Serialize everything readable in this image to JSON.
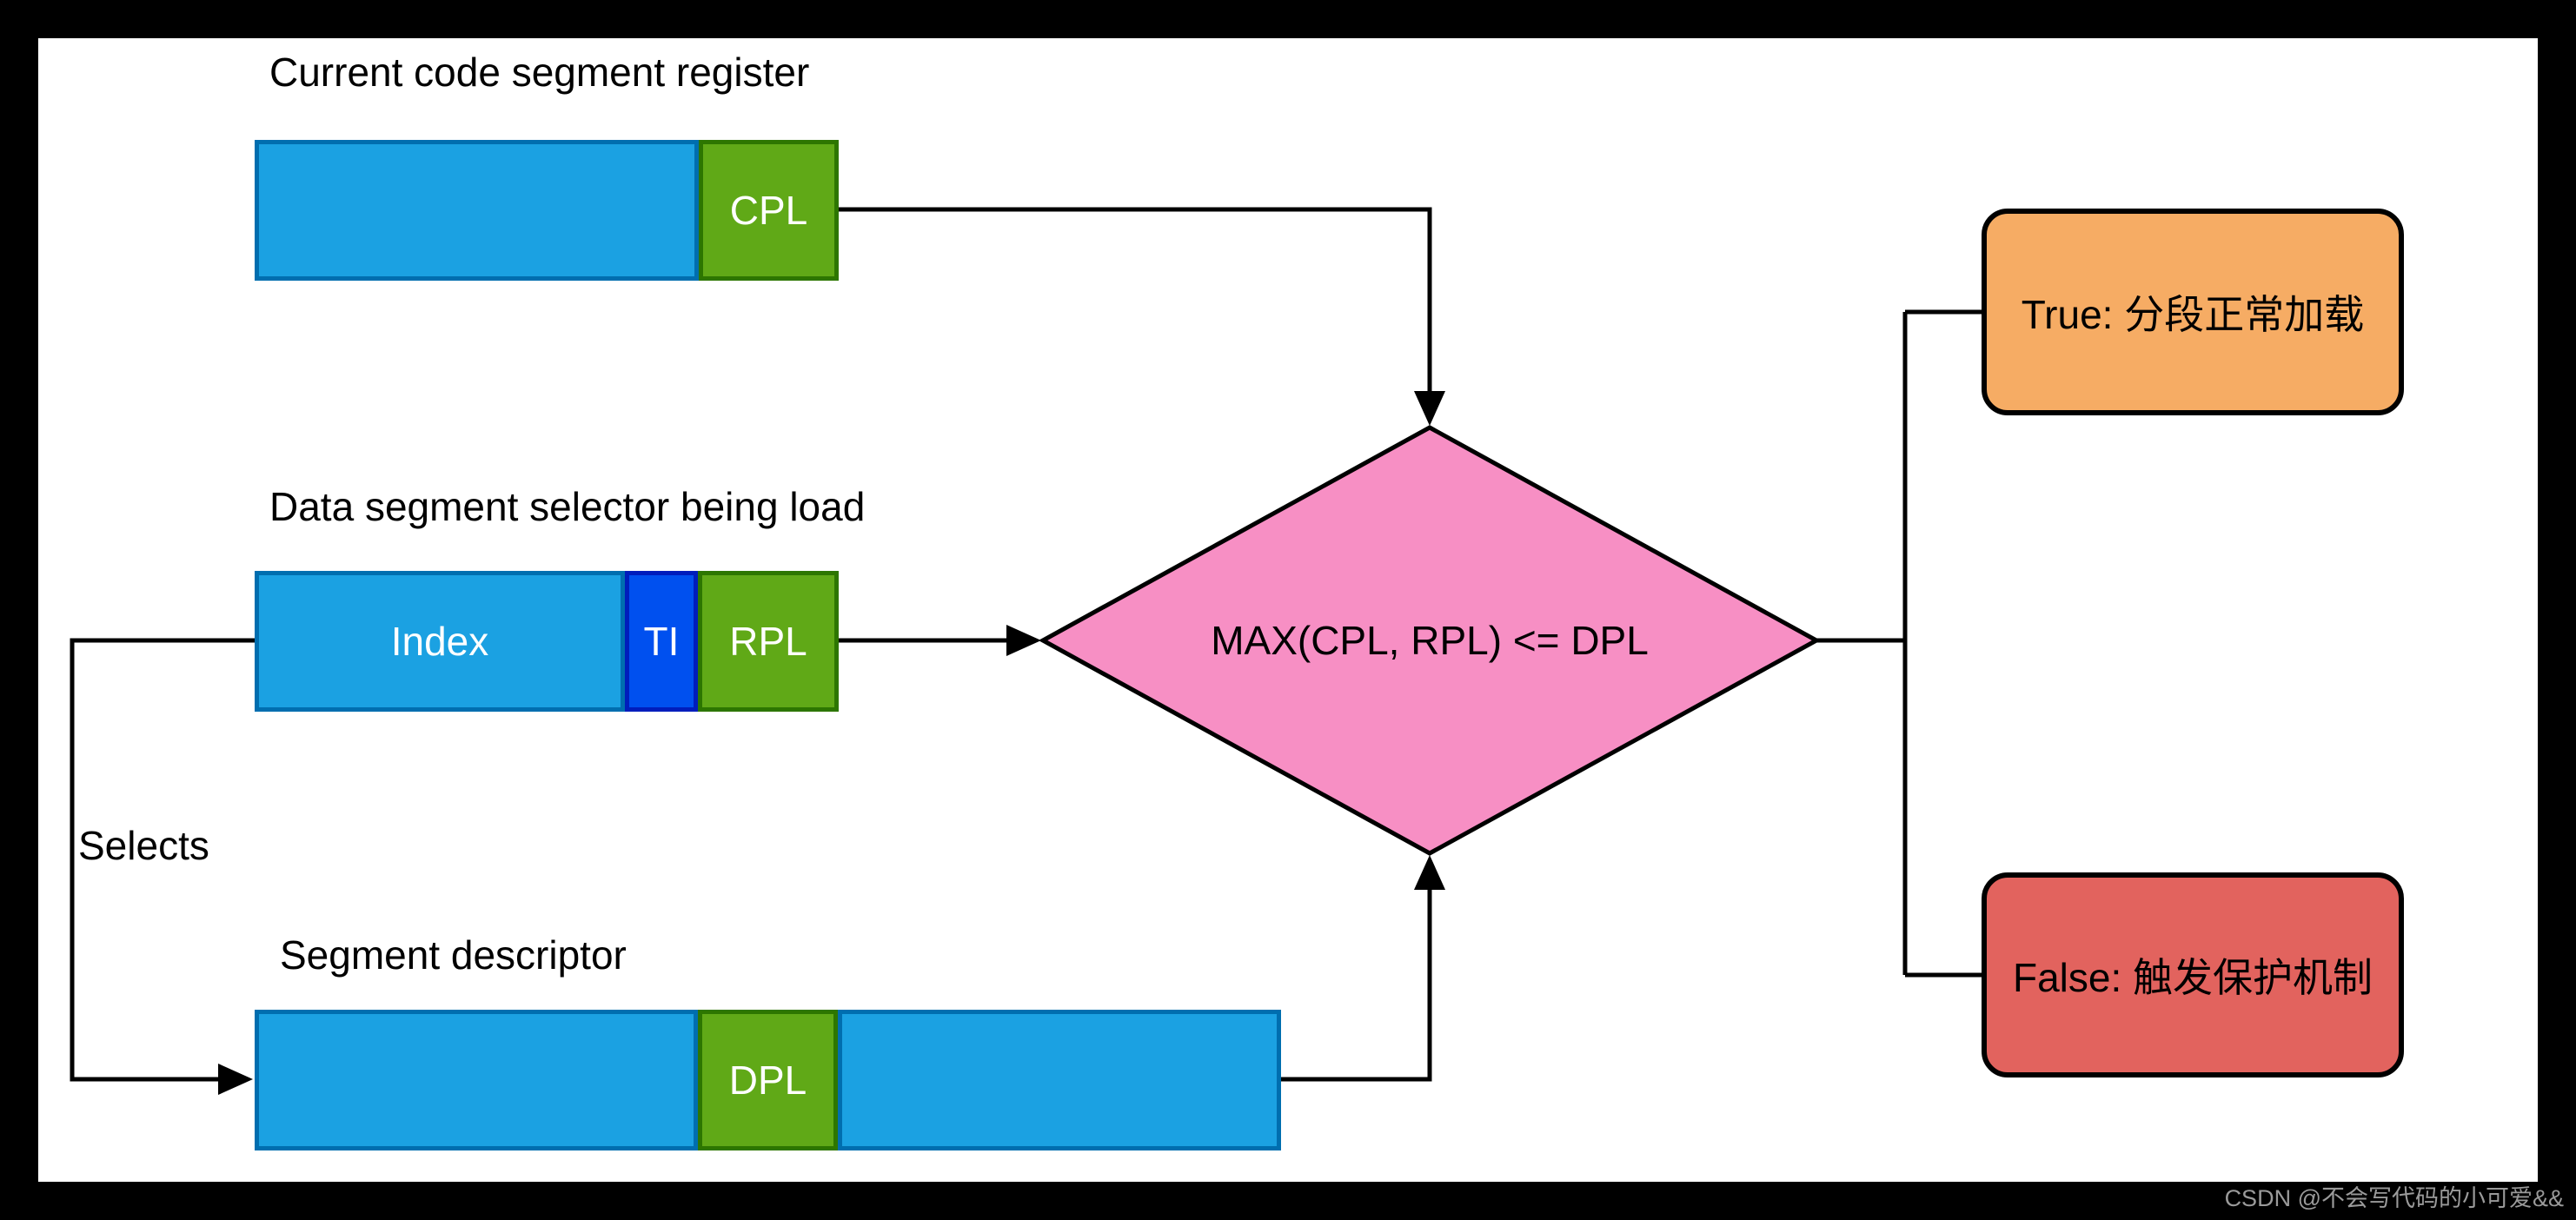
{
  "diagram": {
    "bars": {
      "code_segment_register": {
        "title": "Current code segment register",
        "cpl_label": "CPL"
      },
      "data_segment_selector": {
        "title": "Data segment selector being load",
        "index_label": "Index",
        "ti_label": "TI",
        "rpl_label": "RPL"
      },
      "segment_descriptor": {
        "title": "Segment descriptor",
        "dpl_label": "DPL"
      }
    },
    "connectors": {
      "selects_label": "Selects"
    },
    "decision": {
      "expression": "MAX(CPL, RPL) <= DPL"
    },
    "outcomes": {
      "true_branch": {
        "label": "True: 分段正常加载"
      },
      "false_branch": {
        "label": "False: 触发保护机制"
      }
    }
  },
  "watermark": {
    "text": "CSDN @不会写代码的小可爱&&"
  },
  "colors": {
    "frame": "#000000",
    "surface": "#ffffff",
    "segment_blue_fill": "#1ba1e2",
    "segment_blue_stroke": "#006eaf",
    "segment_green_fill": "#60a917",
    "segment_green_stroke": "#2d7600",
    "segment_darkblue_fill": "#0050ef",
    "segment_darkblue_stroke": "#001dbc",
    "decision_fill": "#f78fc4",
    "decision_stroke": "#000000",
    "true_fill": "#f6ac64",
    "false_fill": "#e2635e",
    "connector": "#000000",
    "watermark_text": "#9a9a9a"
  }
}
